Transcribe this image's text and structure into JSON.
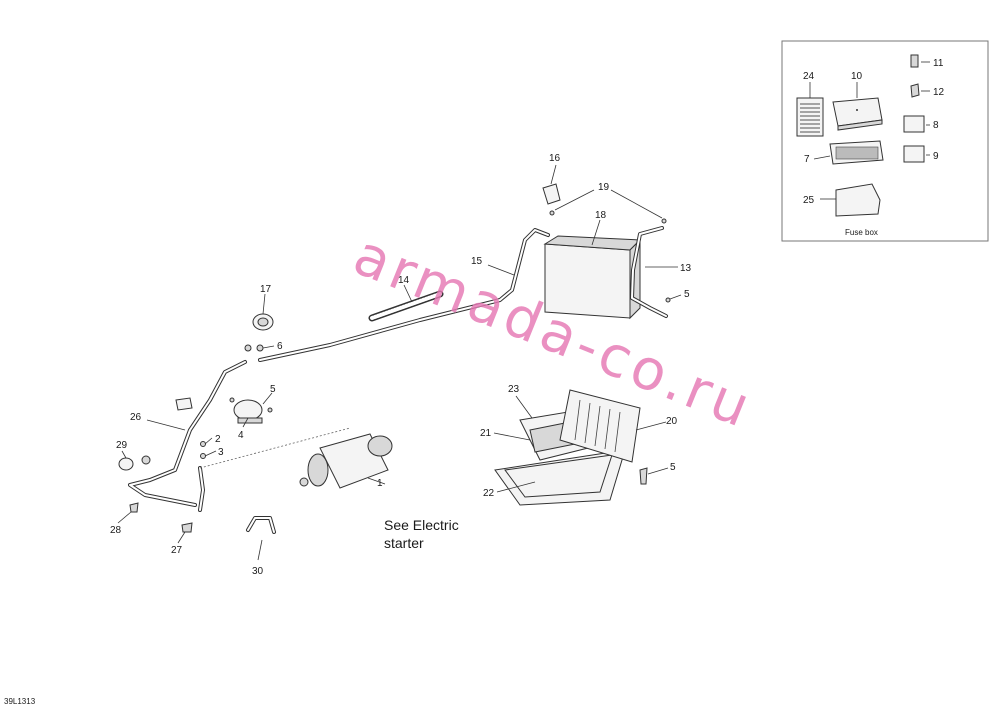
{
  "callouts": {
    "n1": "1",
    "n2": "2",
    "n3": "3",
    "n4": "4",
    "n5a": "5",
    "n5b": "5",
    "n5c": "5",
    "n6": "6",
    "n7": "7",
    "n8": "8",
    "n9": "9",
    "n10": "10",
    "n11": "11",
    "n12": "12",
    "n13": "13",
    "n14": "14",
    "n15": "15",
    "n16": "16",
    "n17": "17",
    "n18": "18",
    "n19": "19",
    "n20": "20",
    "n21": "21",
    "n22": "22",
    "n23": "23",
    "n24": "24",
    "n25": "25",
    "n26": "26",
    "n27": "27",
    "n28": "28",
    "n29": "29",
    "n30": "30"
  },
  "see_electric_line1": "See Electric",
  "see_electric_line2": "starter",
  "fuse_box_label": "Fuse box",
  "watermark": "armada-co.ru",
  "diagram_code": "39L1313",
  "colors": {
    "watermark": "#e678b4",
    "line": "#333333"
  }
}
